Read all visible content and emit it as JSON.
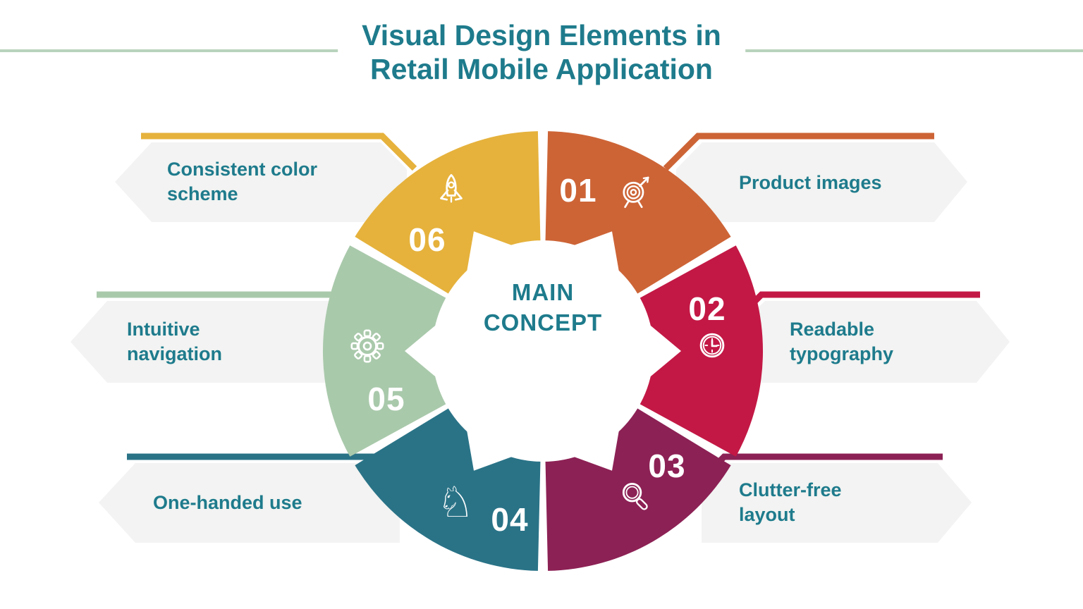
{
  "title": {
    "line1": "Visual Design Elements in",
    "line2": "Retail Mobile Application"
  },
  "center": {
    "line1": "MAIN",
    "line2": "CONCEPT"
  },
  "colors": {
    "title_text": "#1e7b8c",
    "label_text": "#1e7b8c",
    "divider_line": "#b9d3bd",
    "banner_background": "#f2f3f2",
    "number_text": "#ffffff",
    "icon_stroke": "#ffffff",
    "center_background": "#ffffff"
  },
  "segments": [
    {
      "number": "01",
      "label": "Product images",
      "color": "#cd6436",
      "icon": "target-icon",
      "side": "right"
    },
    {
      "number": "02",
      "label": "Readable typography",
      "color": "#c31845",
      "icon": "clock-icon",
      "side": "right"
    },
    {
      "number": "03",
      "label": "Clutter-free layout",
      "color": "#8c2155",
      "icon": "magnifier-icon",
      "side": "right"
    },
    {
      "number": "04",
      "label": "One-handed use",
      "color": "#2a7387",
      "icon": "knight-icon",
      "side": "left"
    },
    {
      "number": "05",
      "label": "Intuitive navigation",
      "color": "#a9c9ab",
      "icon": "gear-icon",
      "side": "left"
    },
    {
      "number": "06",
      "label": "Consistent color scheme",
      "color": "#e6b23c",
      "icon": "rocket-icon",
      "side": "left"
    }
  ]
}
